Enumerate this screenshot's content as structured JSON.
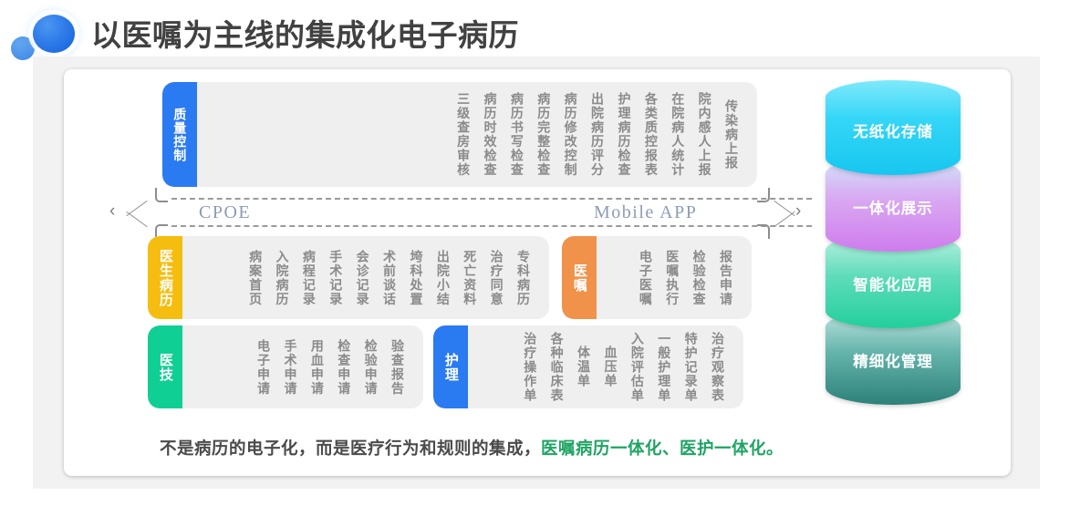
{
  "header": {
    "title": "以医嘱为主线的集成化电子病历",
    "decor_dot_small": "#3b86e6",
    "decor_dot_large": "#1260dd"
  },
  "diagram": {
    "groups": [
      {
        "id": "quality",
        "tab_label": "质量控制",
        "tab_color": "#2a7af2",
        "items": [
          "传染病上报",
          "院内感人上报",
          "在院病人统计",
          "各类质控报表",
          "护理病历检查",
          "出院病历评分",
          "病历修改控制",
          "病历完整检查",
          "病历书写检查",
          "病历时效检查",
          "三级查房审核"
        ]
      },
      {
        "id": "doctor-records",
        "tab_label": "医生病历",
        "tab_color": "#f5bd0f",
        "items": [
          "专科病历",
          "治疗同意",
          "死亡资料",
          "出院小结",
          "垮科处置",
          "术前谈话",
          "会诊记录",
          "手术记录",
          "病程记录",
          "入院病历",
          "病案首页"
        ]
      },
      {
        "id": "orders",
        "tab_label": "医嘱",
        "tab_color": "#f0924a",
        "items": [
          "报告申请",
          "检验检查",
          "医嘱执行",
          "电子医嘱"
        ]
      },
      {
        "id": "med-tech",
        "tab_label": "医技",
        "tab_color": "#10cf94",
        "items": [
          "验查报告",
          "检验申请",
          "检查申请",
          "用血申请",
          "手术申请",
          "电子申请"
        ]
      },
      {
        "id": "nursing",
        "tab_label": "护理",
        "tab_color": "#2a7af2",
        "items": [
          "治疗观察表",
          "特护记录单",
          "一般护理单",
          "入院评估单",
          "血压单",
          "体温单",
          "各种临床表",
          "治疗操作单"
        ]
      }
    ],
    "divider_band": {
      "left_label": "CPOE",
      "right_label": "Mobile APP",
      "left_arrow": "‹",
      "right_arrow": "›",
      "line_color": "#9a9a9a"
    },
    "cylinders": [
      {
        "label": "无纸化存储",
        "color": "#17c6ef"
      },
      {
        "label": "一体化展示",
        "color": "#cf7ced"
      },
      {
        "label": "智能化应用",
        "color": "#23cf9c"
      },
      {
        "label": "精细化管理",
        "color": "#2d8179"
      }
    ]
  },
  "footer": {
    "statement_plain": "不是病历的电子化，而是医疗行为和规则的集成，",
    "statement_highlight": "医嘱病历一体化、医护一体化。",
    "highlight_color": "#1fa464"
  }
}
